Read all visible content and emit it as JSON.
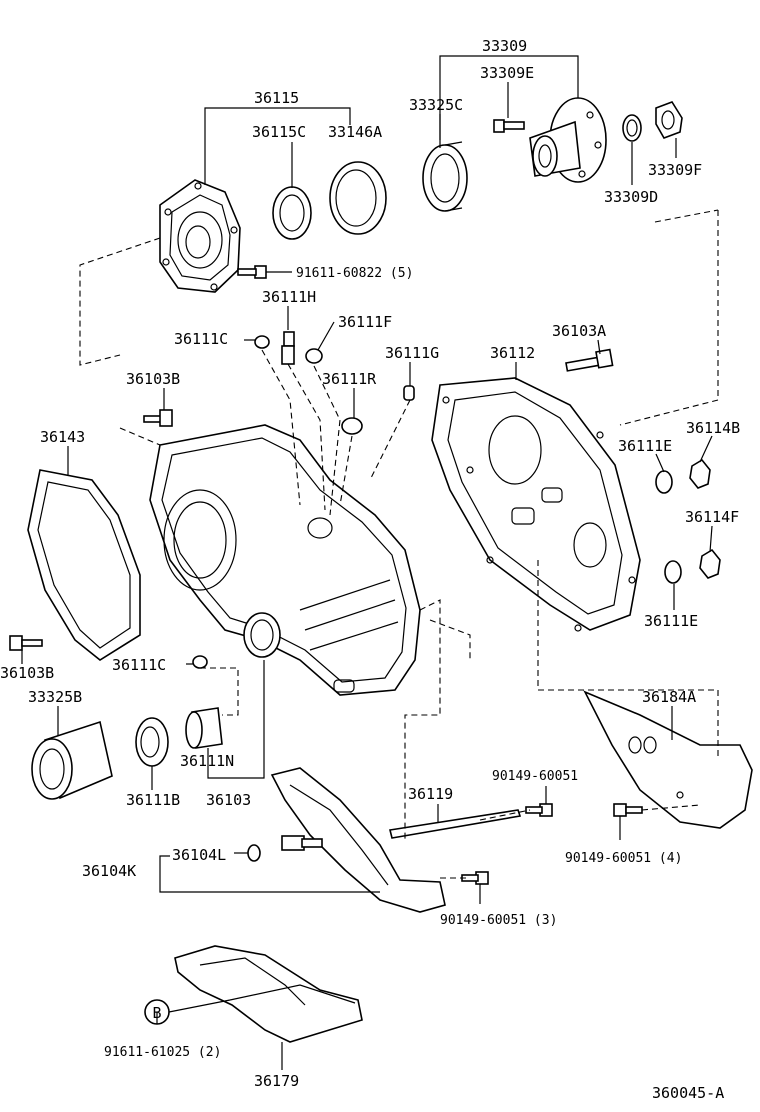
{
  "labels": {
    "p33309": "33309",
    "p33309E": "33309E",
    "p33325C": "33325C",
    "p33309F": "33309F",
    "p33309D": "33309D",
    "p36115": "36115",
    "p36115C": "36115C",
    "p33146A": "33146A",
    "p91611_60822": "91611-60822 (5)",
    "p36111H": "36111H",
    "p36111C_top": "36111C",
    "p36111F": "36111F",
    "p36111G": "36111G",
    "p36112": "36112",
    "p36103A": "36103A",
    "p36103B_top": "36103B",
    "p36111R": "36111R",
    "p36143": "36143",
    "p36111E_top": "36111E",
    "p36114B": "36114B",
    "p36114F": "36114F",
    "p36111E_bot": "36111E",
    "p36103B_bot": "36103B",
    "p36111C_bot": "36111C",
    "p33325B": "33325B",
    "p36184A": "36184A",
    "p36111N": "36111N",
    "p36111B": "36111B",
    "p36103": "36103",
    "p36119": "36119",
    "p90149_a": "90149-60051",
    "p90149_b": "90149-60051 (4)",
    "p36104K": "36104K",
    "p36104L": "36104L",
    "p90149_c": "90149-60051 (3)",
    "ref_B": "B",
    "p91611_61025": "91611-61025 (2)",
    "p36179": "36179",
    "figure_id": "360045-A"
  }
}
